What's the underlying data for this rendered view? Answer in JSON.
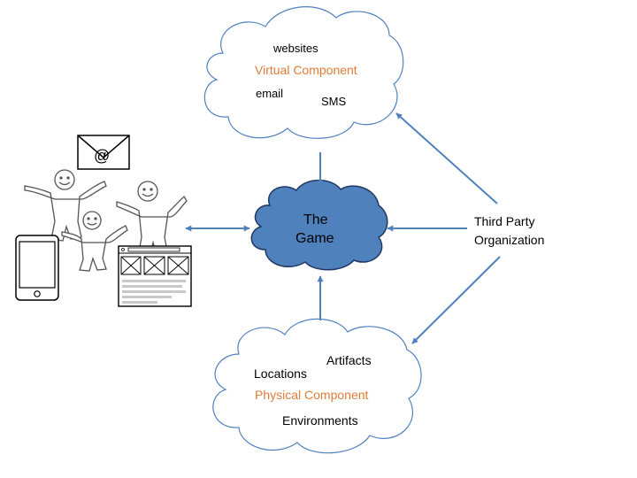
{
  "virtual_cloud": {
    "items": [
      "websites",
      "email",
      "SMS"
    ],
    "title": "Virtual Component"
  },
  "physical_cloud": {
    "items": [
      "Artifacts",
      "Locations",
      "Environments"
    ],
    "title": "Physical Component"
  },
  "game": {
    "line1": "The",
    "line2": "Game"
  },
  "third_party": {
    "line1": "Third Party",
    "line2": "Organization"
  },
  "email_glyph": "@",
  "colors": {
    "arrow": "#4f81bd",
    "accent": "#e07b39",
    "game_fill": "#4f81bd",
    "game_stroke": "#1f3864",
    "cloud_stroke": "#4f81bd",
    "icon_stroke": "#555555"
  }
}
